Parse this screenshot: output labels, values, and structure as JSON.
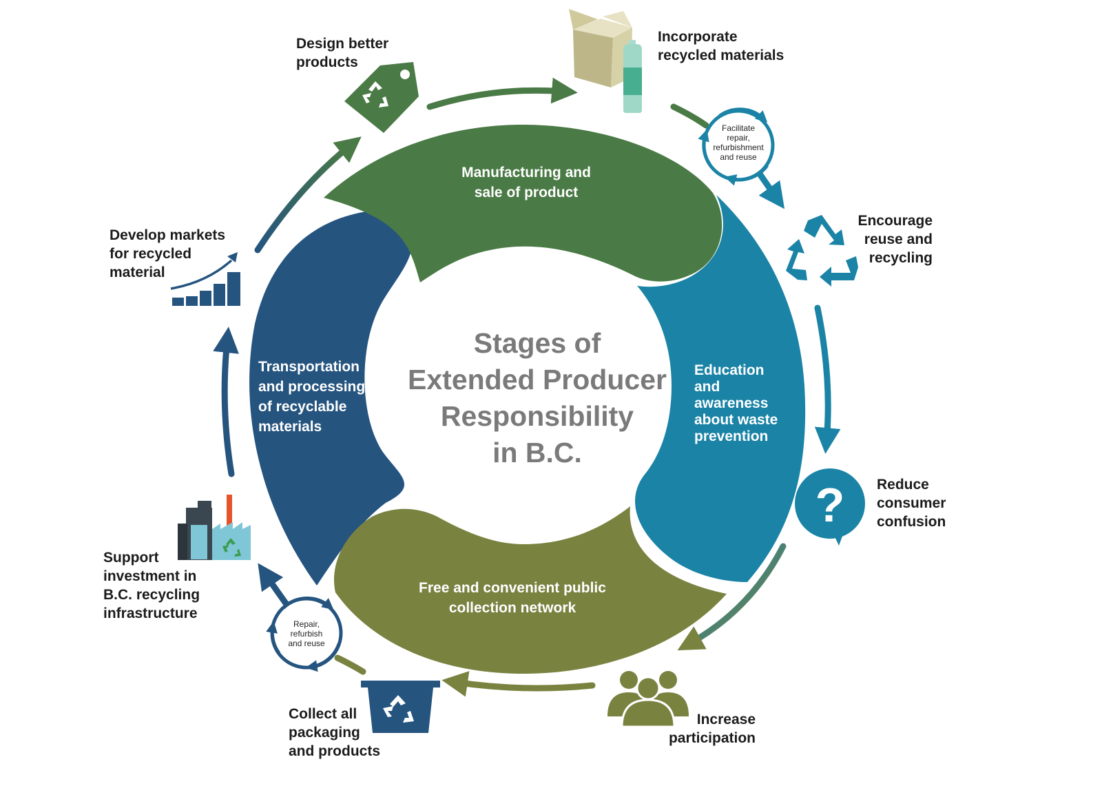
{
  "title": [
    "Stages of",
    "Extended Producer",
    "Responsibility",
    "in B.C."
  ],
  "segments": {
    "manufacturing": [
      "Manufacturing and",
      "sale of product"
    ],
    "education": [
      "Education",
      "and",
      "awareness",
      "about waste",
      "prevention"
    ],
    "collection": [
      "Free and convenient public",
      "collection network"
    ],
    "transportation": [
      "Transportation",
      "and processing",
      "of recyclable",
      "materials"
    ]
  },
  "outer_labels": {
    "design": [
      "Design better",
      "products"
    ],
    "incorporate": [
      "Incorporate",
      "recycled materials"
    ],
    "encourage": [
      "Encourage",
      "reuse and",
      "recycling"
    ],
    "reduce": [
      "Reduce",
      "consumer",
      "confusion"
    ],
    "increase": [
      "Increase",
      "participation"
    ],
    "collect": [
      "Collect all",
      "packaging",
      "and products"
    ],
    "support": [
      "Support",
      "investment in",
      "B.C. recycling",
      "infrastructure"
    ],
    "develop": [
      "Develop markets",
      "for recycled",
      "material"
    ]
  },
  "loop_labels": {
    "facilitate": [
      "Facilitate",
      "repair,",
      "refurbishment",
      "and reuse"
    ],
    "repair": [
      "Repair,",
      "refurbish",
      "and reuse"
    ]
  },
  "icons": {
    "design": "price-tag-recycle-icon",
    "incorporate": "box-and-bottle-icon",
    "encourage": "recycle-arrows-icon",
    "reduce": "question-bubble-icon",
    "increase": "people-group-icon",
    "collect": "recycling-bin-icon",
    "support": "factory-icon",
    "develop": "growth-chart-icon"
  },
  "colors": {
    "green": "#4a7a45",
    "teal": "#1a83a6",
    "olive": "#7a8240",
    "navy": "#25547f",
    "title_gray": "#7a7a7a"
  }
}
